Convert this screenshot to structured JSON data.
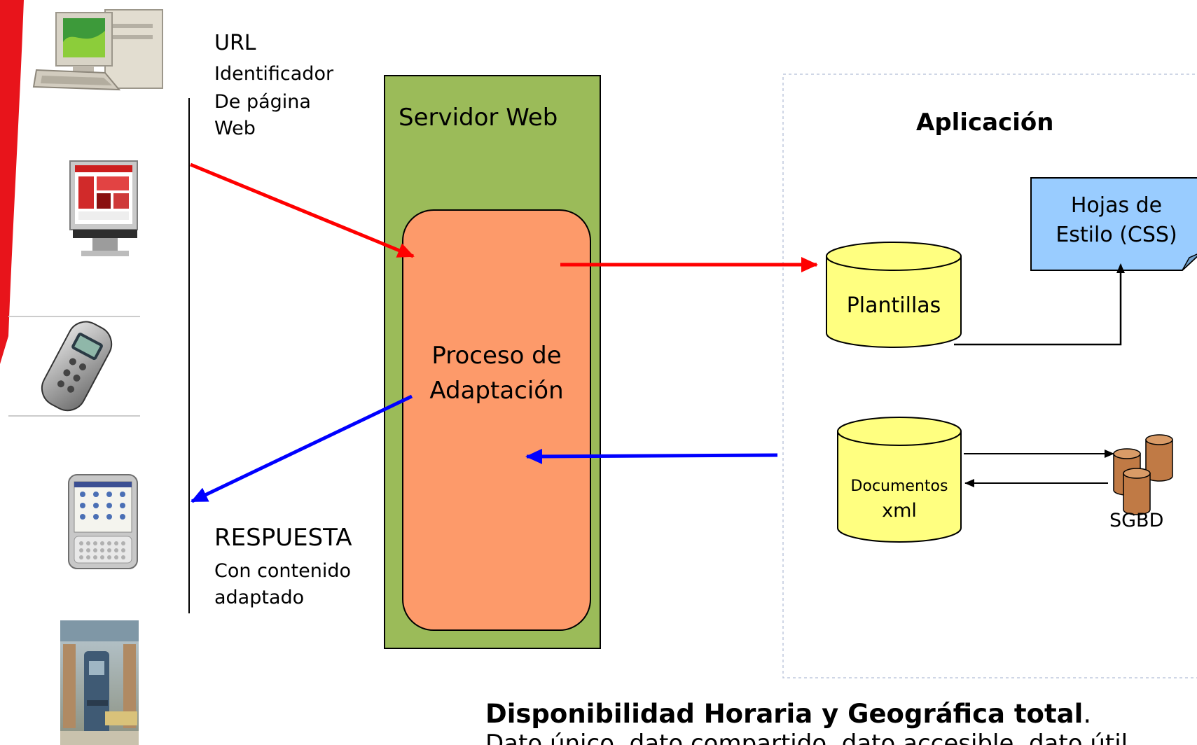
{
  "colors": {
    "red_accent": "#e8141b",
    "server_green": "#9bbb59",
    "process_orange": "#fd9a6a",
    "cylinder_yellow": "#ffff80",
    "css_blue": "#99ccff",
    "sgbd_brown": "#c07a45",
    "request_arrow": "#ff0000",
    "response_arrow": "#0000ff"
  },
  "icons": {
    "device_1": "desktop-computer-icon",
    "device_2": "flat-screen-monitor-icon",
    "device_3": "mobile-phone-icon",
    "device_4": "pda-icon",
    "device_5": "street-kiosk-icon",
    "database": "sgbd-database-icon"
  },
  "request": {
    "title": "URL",
    "line1": "Identificador",
    "line2": "De página",
    "line3": "Web"
  },
  "response": {
    "title": "RESPUESTA",
    "line1": "Con contenido",
    "line2": "adaptado"
  },
  "server": {
    "title": "Servidor Web",
    "process_line1": "Proceso de",
    "process_line2": "Adaptación"
  },
  "application": {
    "title": "Aplicación",
    "templates": "Plantillas",
    "stylesheet_line1": "Hojas de",
    "stylesheet_line2": "Estilo (CSS)",
    "documents_line1": "Documentos",
    "documents_line2": "xml",
    "database": "SGBD"
  },
  "footer": {
    "headline": "Disponibilidad Horaria y Geográfica total",
    "headline_punct": ".",
    "subline": "Dato único, dato compartido, dato accesible, dato útil"
  }
}
